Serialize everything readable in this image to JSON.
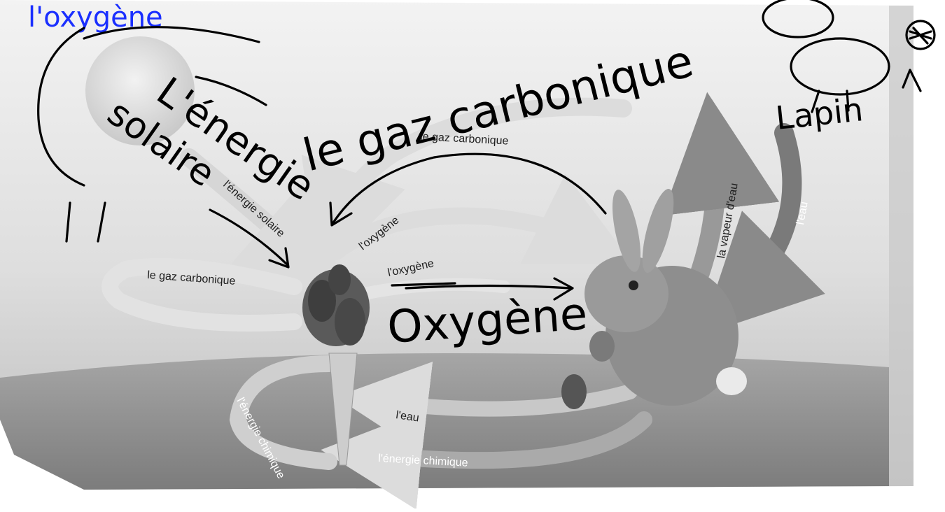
{
  "printed_labels": {
    "gaz_top": "le gaz carbonique",
    "gaz_left": "le gaz carbonique",
    "energie_solaire": "l'énergie solaire",
    "oxygene_1": "l'oxygène",
    "oxygene_2": "l'oxygène",
    "vapeur": "la vapeur d'eau",
    "eau_right": "l'eau",
    "eau_bottom": "l'eau",
    "energie_chimique_left": "l'énergie chimique",
    "energie_chimique_bottom": "l'énergie chimique"
  },
  "handwritten": {
    "title_blue": "l'oxygène",
    "gaz": "le gaz carbonique",
    "energie": "L'énergie",
    "solaire": "solaire",
    "oxygene": "Oxygène",
    "lapin": "Lapin"
  },
  "colors": {
    "ink_blue": "#1a2fff",
    "ink_black": "#000000",
    "page_bg": "#eeeeee",
    "ground_dark": "#8c8c8c",
    "arrow_light": "#dcdcdc",
    "arrow_dark": "#777777"
  },
  "icons": [
    "sun-icon",
    "rabbit-icon",
    "carrot-icon"
  ]
}
